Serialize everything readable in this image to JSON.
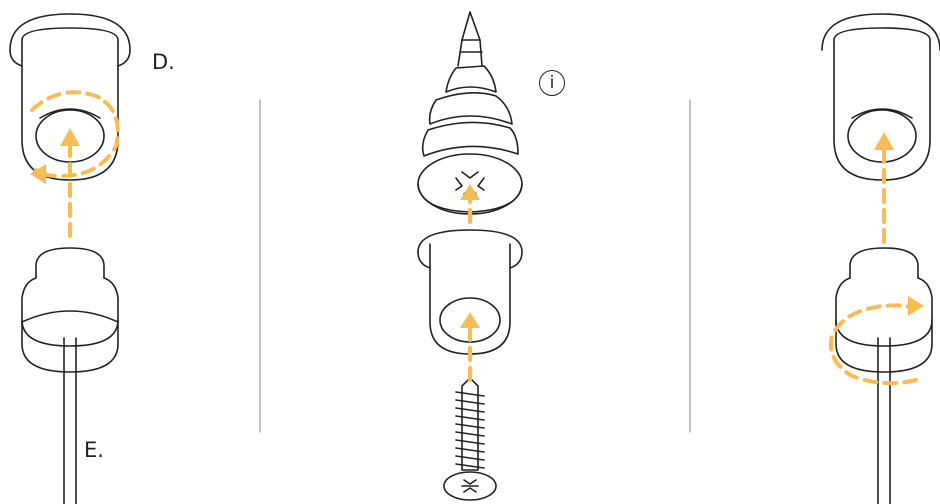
{
  "labels": {
    "step_d": "D.",
    "step_e": "E.",
    "info": "i"
  },
  "colors": {
    "arrow": "#F9BC55",
    "line": "#222222",
    "divider": "#9a9a9a"
  },
  "icons": [
    "info-icon",
    "arrow-up-icon",
    "rotate-icon",
    "screw-icon",
    "wall-anchor-icon",
    "bushing-icon",
    "rod-cap-icon"
  ]
}
